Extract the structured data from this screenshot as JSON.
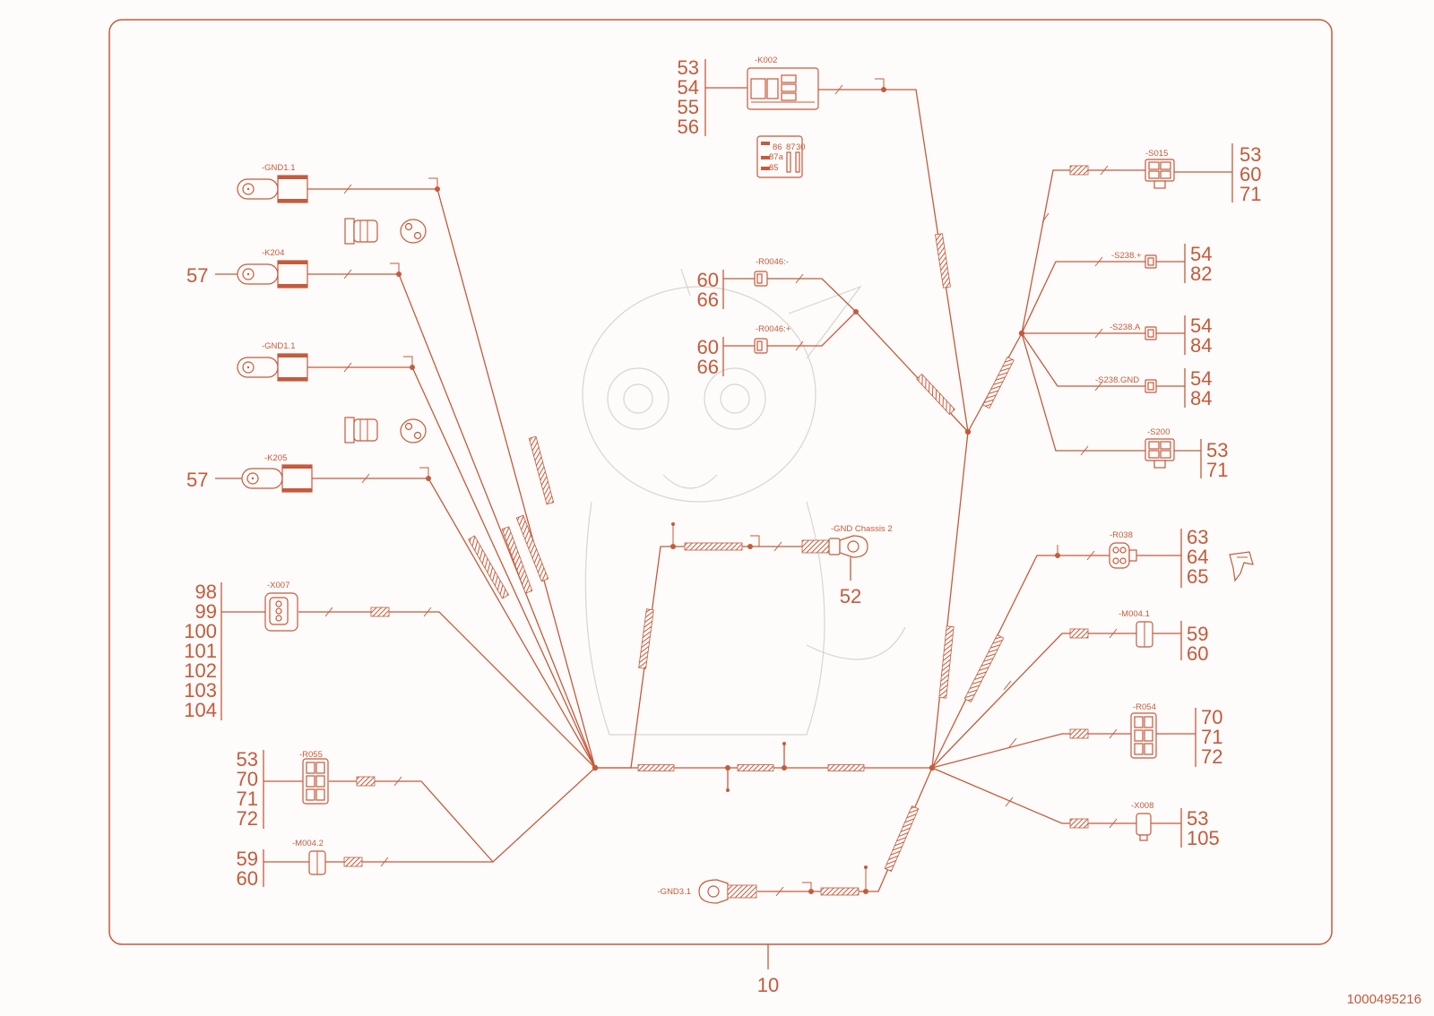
{
  "colors": {
    "line": "#c55a3c",
    "background": "#fdfcfa"
  },
  "sheet_number": "10",
  "part_number": "1000495216",
  "components": {
    "gnd1_1_top": {
      "label": "-GND1.1"
    },
    "k204": {
      "label": "-K204",
      "refs": [
        "57"
      ]
    },
    "gnd1_1_mid": {
      "label": "-GND1.1"
    },
    "k205": {
      "label": "-K205",
      "refs": [
        "57"
      ]
    },
    "x007": {
      "label": "-X007",
      "refs": [
        "98",
        "99",
        "100",
        "101",
        "102",
        "103",
        "104"
      ]
    },
    "r055": {
      "label": "-R055",
      "refs": [
        "53",
        "70",
        "71",
        "72"
      ]
    },
    "m004_2": {
      "label": "-M004.2",
      "refs": [
        "59",
        "60"
      ]
    },
    "k002": {
      "label": "-K002",
      "refs": [
        "53",
        "54",
        "55",
        "56"
      ]
    },
    "relay_pins": [
      "86",
      "87",
      "30",
      "87a",
      "85"
    ],
    "r0046_minus": {
      "label": "-R0046:-",
      "refs": [
        "60",
        "66"
      ]
    },
    "r0046_plus": {
      "label": "-R0046:+",
      "refs": [
        "60",
        "66"
      ]
    },
    "gnd_chassis_2": {
      "label": "-GND Chassis 2",
      "refs": [
        "52"
      ]
    },
    "gnd3_1": {
      "label": "-GND3.1"
    },
    "s015": {
      "label": "-S015",
      "refs": [
        "53",
        "60",
        "71"
      ]
    },
    "s238_plus": {
      "label": "-S238.+",
      "refs": [
        "54",
        "82"
      ]
    },
    "s238_a": {
      "label": "-S238.A",
      "refs": [
        "54",
        "84"
      ]
    },
    "s238_gnd": {
      "label": "-S238.GND",
      "refs": [
        "54",
        "84"
      ]
    },
    "s200": {
      "label": "-S200",
      "refs": [
        "53",
        "71"
      ]
    },
    "r038": {
      "label": "-R038",
      "refs": [
        "63",
        "64",
        "65"
      ]
    },
    "m004_1": {
      "label": "-M004.1",
      "refs": [
        "59",
        "60"
      ]
    },
    "r054": {
      "label": "-R054",
      "refs": [
        "70",
        "71",
        "72"
      ]
    },
    "x008": {
      "label": "-X008",
      "refs": [
        "53",
        "105"
      ]
    }
  }
}
